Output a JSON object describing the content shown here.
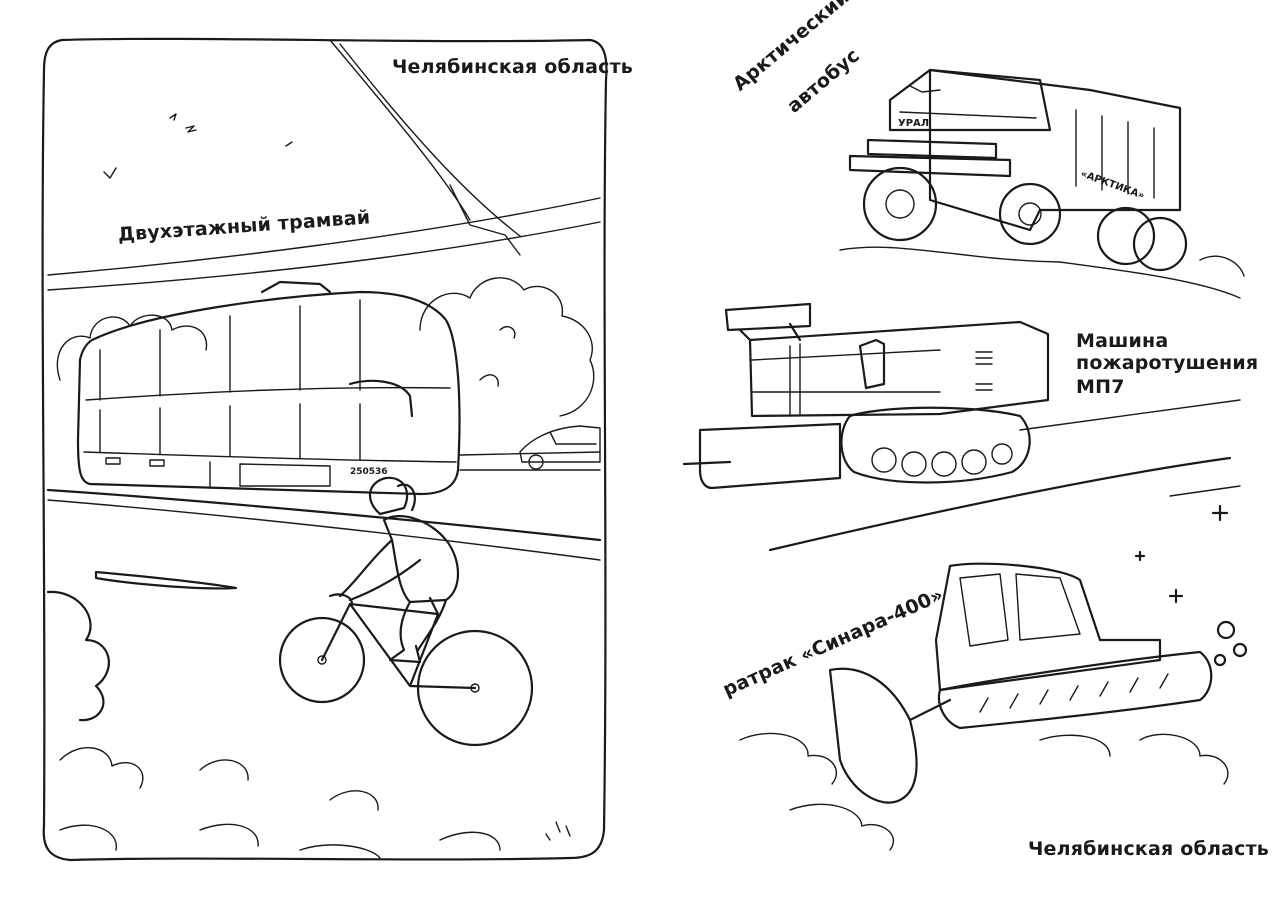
{
  "left_page": {
    "region_label": "Челябинская область",
    "tram_caption": "Двухэтажный трамвай",
    "tram_number": "250536"
  },
  "right_page": {
    "arctic_bus_caption_line1": "Арктический",
    "arctic_bus_caption_line2": "автобус",
    "truck_brand": "УРАЛ",
    "truck_side_text": "«АРКТИКА»",
    "fire_machine_caption_line1": "Машина",
    "fire_machine_caption_line2": "пожаротушения",
    "fire_machine_caption_line3": "МП7",
    "snowcat_caption": "ратрак «Синара-400»",
    "region_label": "Челябинская область"
  },
  "colors": {
    "ink": "#1a1a1a",
    "paper": "#ffffff"
  }
}
